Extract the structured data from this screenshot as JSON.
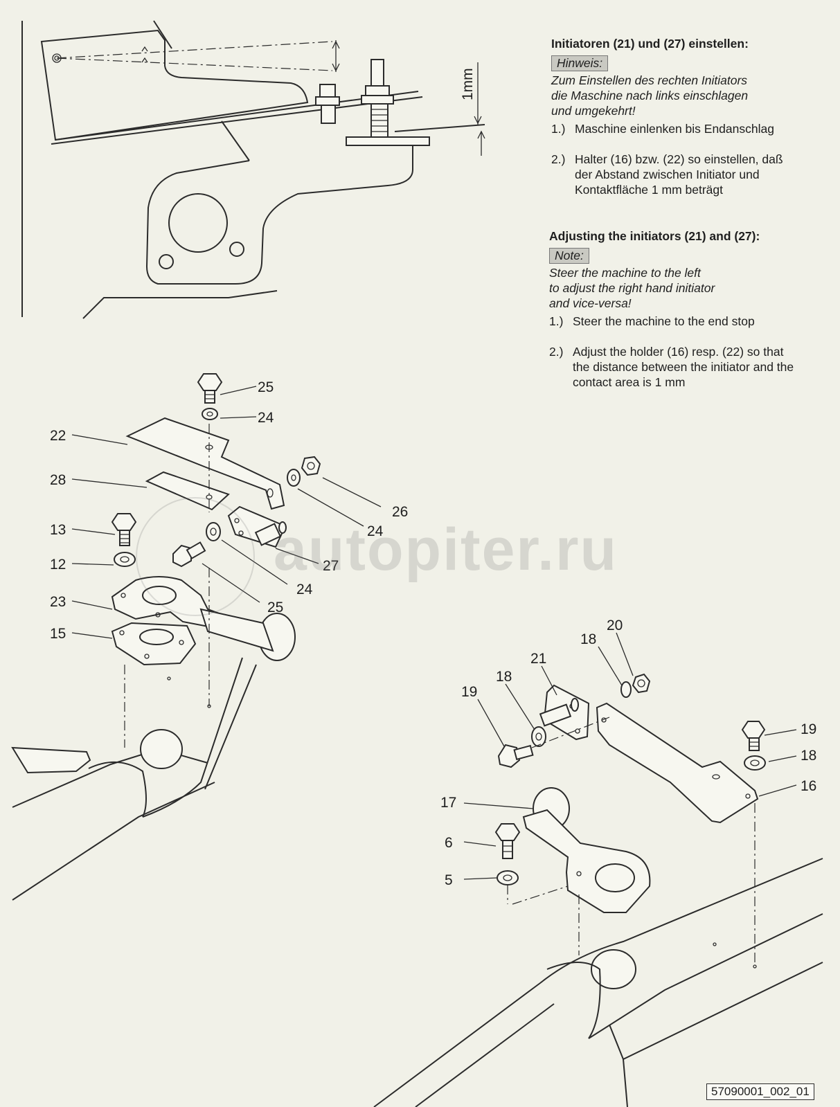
{
  "de": {
    "heading": "Initiatoren (21) und (27) einstellen:",
    "note_label": "Hinweis:",
    "note_lines": [
      "Zum Einstellen des rechten Initiators",
      "die Maschine nach links einschlagen",
      "und umgekehrt!"
    ],
    "steps": [
      {
        "num": "1.)",
        "lines": [
          "Maschine einlenken bis Endanschlag"
        ]
      },
      {
        "num": "2.)",
        "lines": [
          "Halter (16) bzw. (22) so einstellen, daß",
          "der Abstand zwischen Initiator und",
          "Kontaktfläche 1 mm beträgt"
        ]
      }
    ]
  },
  "en": {
    "heading": "Adjusting the initiators (21) and (27):",
    "note_label": "Note:",
    "note_lines": [
      "Steer the machine to the left",
      "to adjust the right hand initiator",
      "and vice-versa!"
    ],
    "steps": [
      {
        "num": "1.)",
        "lines": [
          "Steer the machine to the end stop"
        ]
      },
      {
        "num": "2.)",
        "lines": [
          "Adjust the holder (16) resp. (22) so that",
          "the distance between the initiator and the",
          "contact area is 1 mm"
        ]
      }
    ]
  },
  "dimension_label": "1mm",
  "part_labels": {
    "left": [
      "25",
      "24",
      "22",
      "28",
      "26",
      "24",
      "13",
      "27",
      "12",
      "24",
      "25",
      "23",
      "15"
    ],
    "right": [
      "20",
      "18",
      "21",
      "18",
      "19",
      "19",
      "18",
      "16",
      "17",
      "6",
      "5"
    ]
  },
  "watermark": "autopiter.ru",
  "figure_id": "57090001_002_01"
}
